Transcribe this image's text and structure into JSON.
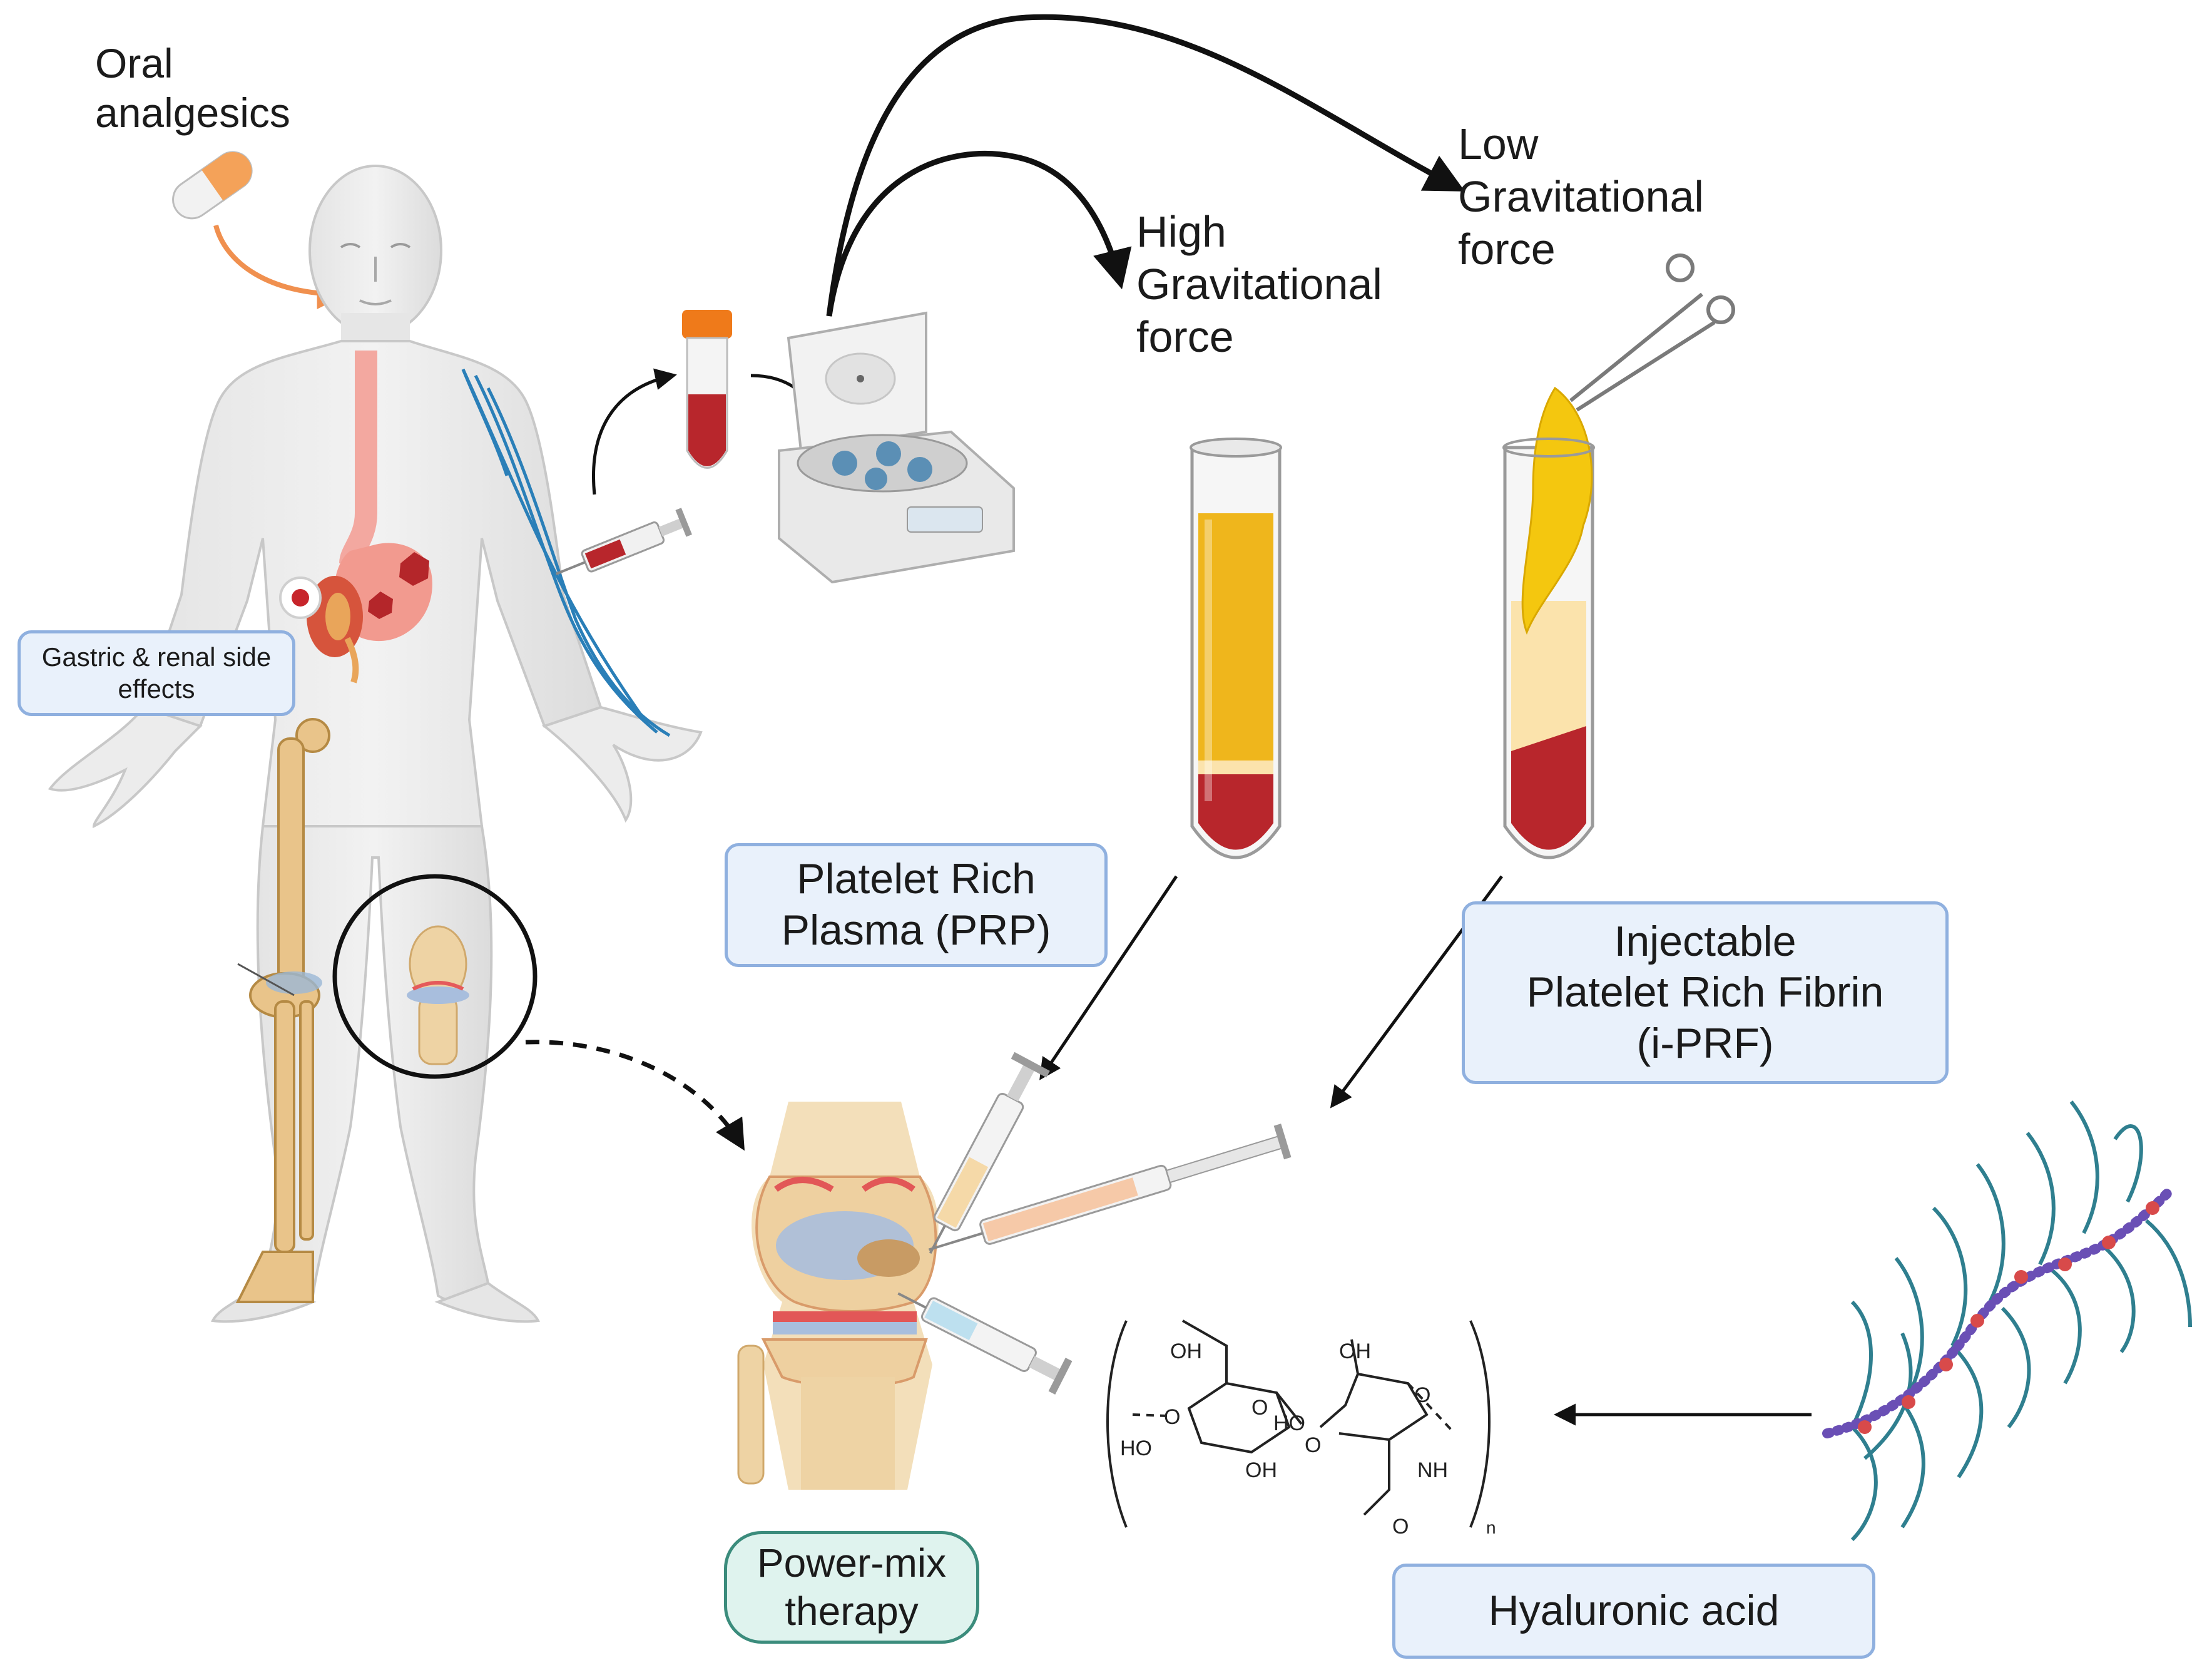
{
  "labels": {
    "oral_analgesics": [
      "Oral",
      "analgesics"
    ],
    "gastric_renal": [
      "Gastric & renal side",
      "effects"
    ],
    "high_force": [
      "High",
      "Gravitational",
      "force"
    ],
    "low_force": [
      "Low",
      "Gravitational",
      "force"
    ],
    "prp": [
      "Platelet Rich",
      "Plasma (PRP)"
    ],
    "iprf": [
      "Injectable",
      "Platelet Rich Fibrin",
      "(i-PRF)"
    ],
    "power_mix": [
      "Power-mix",
      "therapy"
    ],
    "hyaluronic_acid": "Hyaluronic acid"
  },
  "chem": {
    "oh_top_left": "OH",
    "oh_top_right": "OH",
    "o_ring_left": "O",
    "o_ring_right": "O",
    "o_left": "O",
    "ho_left": "HO",
    "ho_bridge": "HO",
    "o_bridge": "O",
    "oh_bottom": "OH",
    "nh": "NH",
    "o_acetyl": "O",
    "n_sub": "n"
  },
  "colors": {
    "label_fill": "#e9f1fb",
    "label_border": "#8fb0df",
    "power_fill": "#dff3ee",
    "power_border": "#3b8c7c",
    "plasma_yellow": "#efb61c",
    "plasma_pale": "#fbe3ac",
    "blood_red": "#b8262c",
    "fibrin_yellow": "#f4c70f",
    "vein_blue": "#2a7fb8",
    "bone": "#e9c48a",
    "skin": "#e9e9e9",
    "arrow_orange": "#f0904f",
    "ha_teal": "#2f7f8f",
    "ha_purple": "#6a4fb5",
    "ha_red": "#d84a4a"
  },
  "icons": [
    "capsule-icon",
    "human-body-icon",
    "blood-tube-icon",
    "centrifuge-icon",
    "syringe-icon",
    "forceps-icon",
    "knee-joint-icon",
    "hyaluronic-chain-icon"
  ]
}
